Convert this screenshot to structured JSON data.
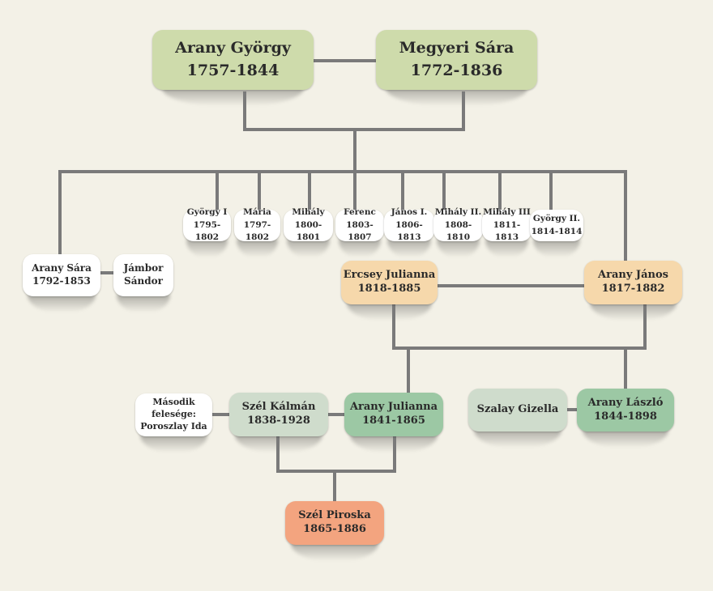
{
  "people": {
    "arany_gyorgy": {
      "name": "Arany György",
      "years": "1757-1844",
      "color": "#cedbab"
    },
    "megyeri_sara": {
      "name": "Megyeri Sára",
      "years": "1772-1836",
      "color": "#cedbab"
    },
    "gyorgy_i": {
      "name": "György I",
      "years": "1795-1802"
    },
    "maria": {
      "name": "Mária",
      "years": "1797-1802"
    },
    "mihaly": {
      "name": "Mihály",
      "years": "1800-1801"
    },
    "ferenc": {
      "name": "Ferenc",
      "years": "1803-1807"
    },
    "janos_i": {
      "name": "János I.",
      "years": "1806-1813"
    },
    "mihaly_ii": {
      "name": "Mihály II.",
      "years": "1808-1810"
    },
    "mihaly_iii": {
      "name": "Mihály III",
      "years": "1811-1813"
    },
    "gyorgy_ii": {
      "name": "György II.",
      "years": "1814-1814"
    },
    "arany_sara": {
      "name": "Arany Sára",
      "years": "1792-1853"
    },
    "jambor_sandor": {
      "name": "Jámbor",
      "name2": "Sándor"
    },
    "ercsey_julianna": {
      "name": "Ercsey Julianna",
      "years": "1818-1885",
      "color": "#f6d8ab"
    },
    "arany_janos": {
      "name": "Arany János",
      "years": "1817-1882",
      "color": "#f6d8ab"
    },
    "masodik_feleseg": {
      "line1": "Második",
      "line2": "felesége:",
      "line3": "Poroszlay Ida"
    },
    "szel_kalman": {
      "name": "Szél Kálmán",
      "years": "1838-1928",
      "color": "#cfdccc"
    },
    "arany_julianna": {
      "name": "Arany Julianna",
      "years": "1841-1865",
      "color": "#9cc8a4"
    },
    "szalay_gizella": {
      "name": "Szalay Gizella",
      "color": "#cfdccc"
    },
    "arany_laszlo": {
      "name": "Arany László",
      "years": "1844-1898",
      "color": "#9cc8a4"
    },
    "szel_piroska": {
      "name": "Szél Piroska",
      "years": "1865-1886",
      "color": "#f3a47f"
    }
  },
  "connector_color": "#7a7a7a",
  "background_color": "#f3f1e7"
}
